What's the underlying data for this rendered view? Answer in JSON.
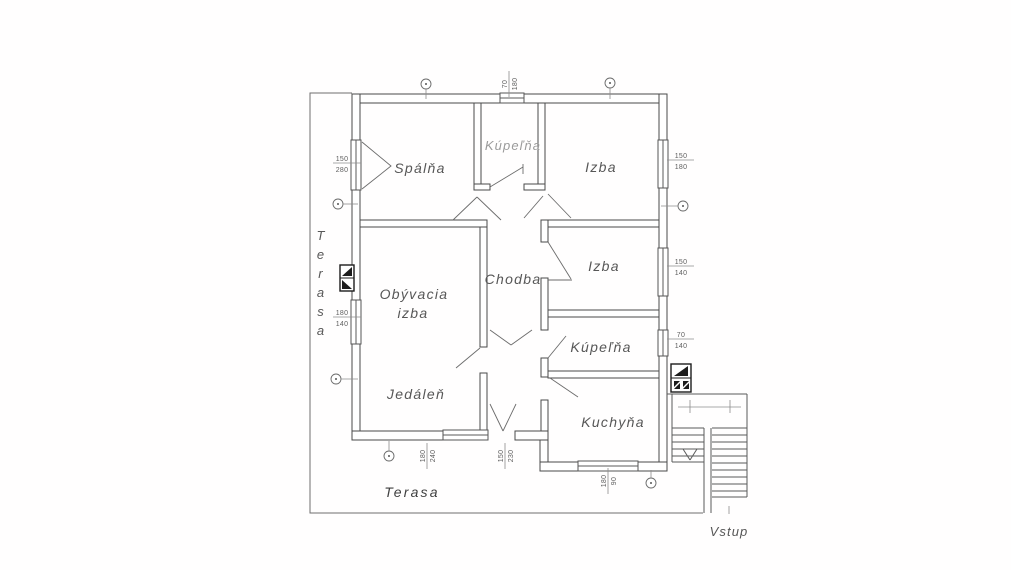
{
  "labels": {
    "spalna": "Spálňa",
    "kupelna_top": "Kúpeľňa",
    "izba_top": "Izba",
    "chodba": "Chodba",
    "izba_mid": "Izba",
    "kupelna_mid": "Kúpeľňa",
    "obyvacia_line1": "Obývacia",
    "obyvacia_line2": "izba",
    "jedalen": "Jedáleň",
    "kuchyna": "Kuchyňa",
    "terasa_side": "Terasa",
    "terasa_bottom": "Terasa",
    "vstup": "Vstup"
  },
  "dimensions": {
    "spalna_window": [
      "150",
      "280"
    ],
    "obyvacia_window": [
      "180",
      "140"
    ],
    "kupelna_top_window": [
      "70",
      "180"
    ],
    "izba_top_window": [
      "150",
      "180"
    ],
    "izba_mid_window": [
      "150",
      "140"
    ],
    "kupelna_mid_window": [
      "70",
      "140"
    ],
    "jedalen_window": [
      "180",
      "240"
    ],
    "chodba_terrace_door": [
      "150",
      "230"
    ],
    "kuchyna_window": [
      "180",
      "90"
    ]
  },
  "colors": {
    "wall_line": "#4a4a4a",
    "terrace_line": "#6f6f6f",
    "label_dark": "#575757",
    "label_faded": "#9b9b9b",
    "dim_text": "#5e5e5e",
    "symbol_fill": "#1c1c1c"
  }
}
